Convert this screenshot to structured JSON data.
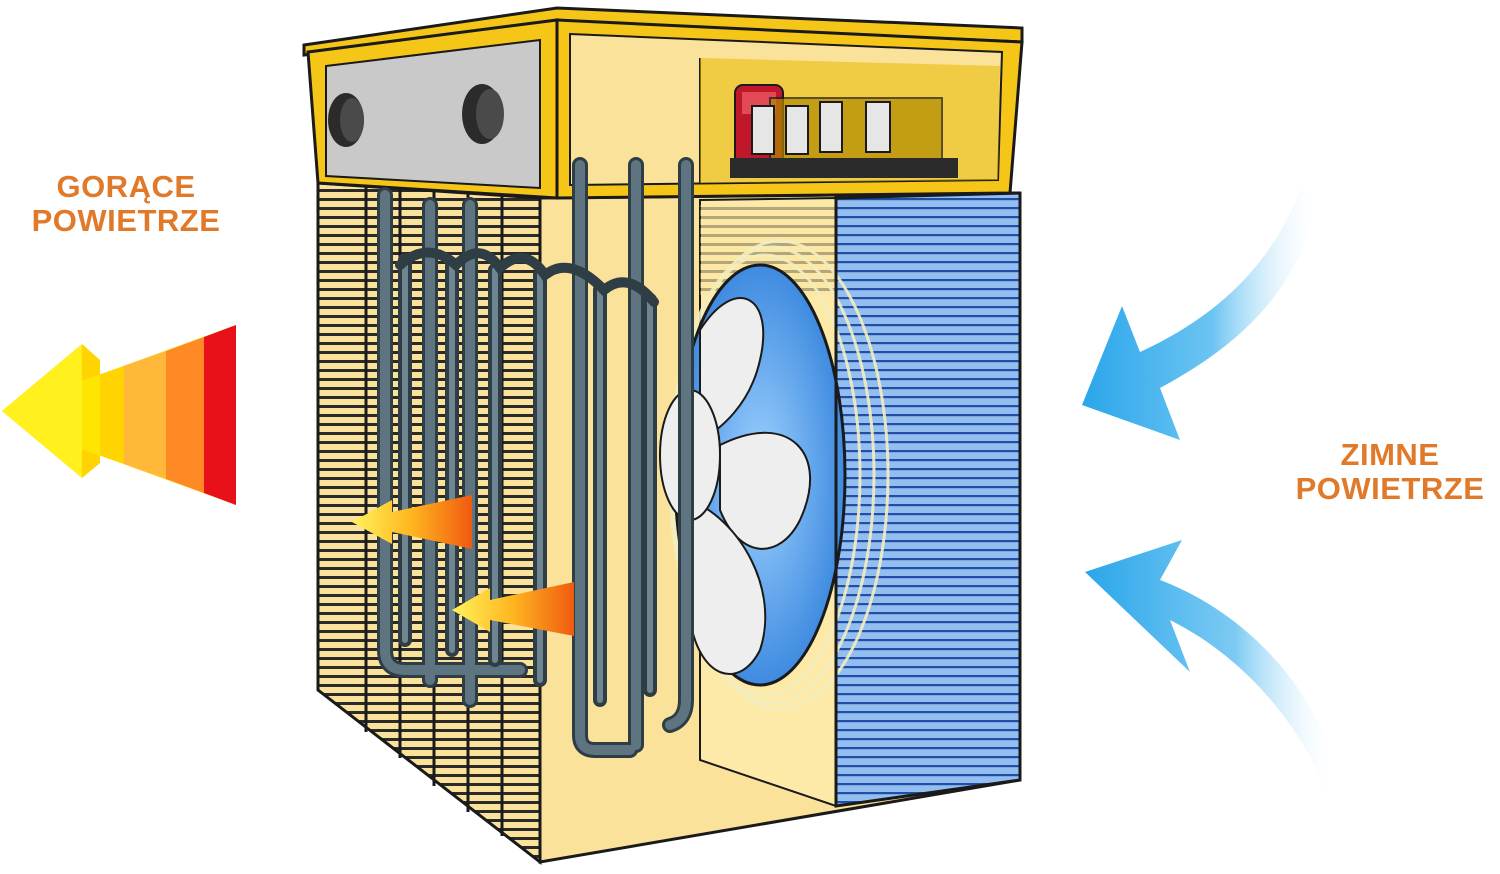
{
  "labels": {
    "hot_air_line1": "GORĄCE",
    "hot_air_line2": "POWIETRZE",
    "cold_air_line1": "ZIMNE",
    "cold_air_line2": "POWIETRZE"
  },
  "colors": {
    "label_text": "#e07a2a",
    "housing_yellow": "#f5c518",
    "housing_fill": "#fbe29a",
    "heater_pipe": "#4d6470",
    "cold_air_blue": "#2aa6ea",
    "intake_grille": "#7fb1ef",
    "hot_arrow_red": "#e8101a",
    "hot_arrow_yellow": "#ffe600"
  }
}
